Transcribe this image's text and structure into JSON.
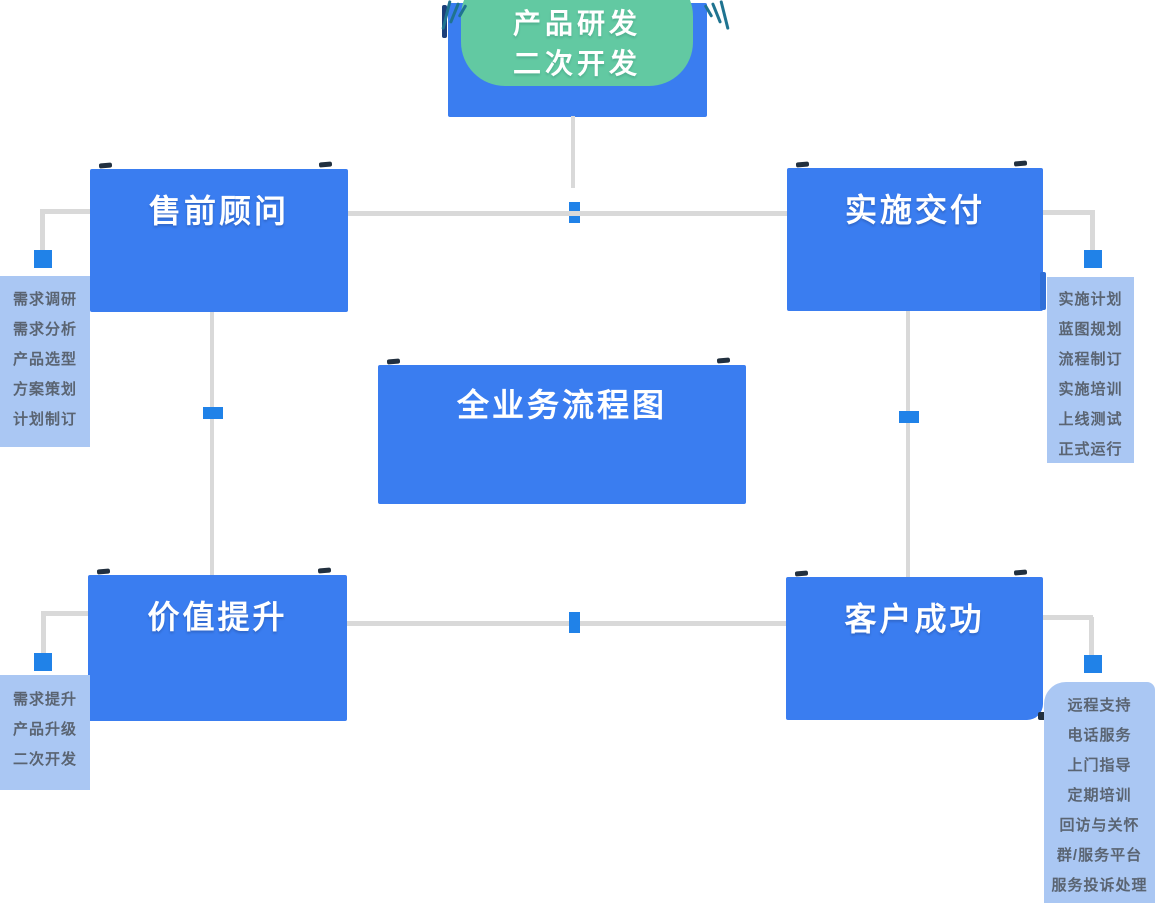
{
  "diagram": {
    "title": "全业务流程图",
    "top_callout": {
      "line1": "产品研发",
      "line2": "二次开发"
    },
    "stages": {
      "presales": {
        "label": "售前顾问",
        "items": [
          "需求调研",
          "需求分析",
          "产品选型",
          "方案策划",
          "计划制订"
        ]
      },
      "delivery": {
        "label": "实施交付",
        "items": [
          "实施计划",
          "蓝图规划",
          "流程制订",
          "实施培训",
          "上线测试",
          "正式运行"
        ]
      },
      "value": {
        "label": "价值提升",
        "items": [
          "需求提升",
          "产品升级",
          "二次开发"
        ]
      },
      "success": {
        "label": "客户成功",
        "items": [
          "远程支持",
          "电话服务",
          "上门指导",
          "定期培训",
          "回访与关怀",
          "群/服务平台",
          "服务投诉处理"
        ]
      }
    },
    "colors": {
      "stage_blue": "#3a7df0",
      "node_blue": "#2082e8",
      "panel_blue": "#aac7f3",
      "panel_text": "#5a6472",
      "callout_green": "#62c9a2",
      "connector_gray": "#d9d9d9",
      "ink_accent": "#22303f"
    }
  }
}
